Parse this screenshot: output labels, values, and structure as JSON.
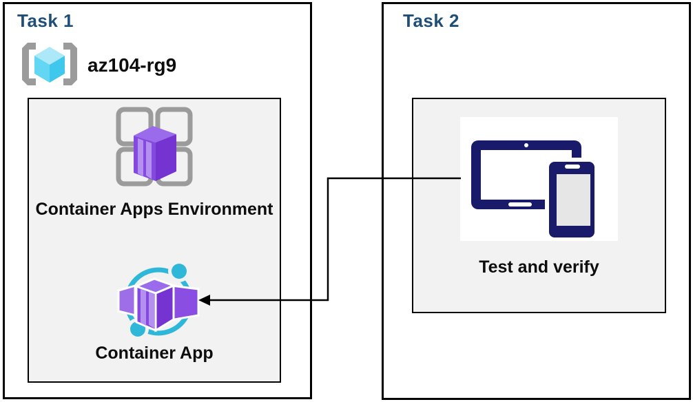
{
  "task1": {
    "title": "Task 1",
    "resource_group": {
      "icon": "resource-group-icon",
      "label": "az104-rg9"
    },
    "group_box": {
      "environment": {
        "icon": "container-apps-environment-icon",
        "label": "Container Apps Environment"
      },
      "container_app": {
        "icon": "container-app-icon",
        "label": "Container App"
      }
    }
  },
  "task2": {
    "title": "Task 2",
    "test_and_verify": {
      "icon": "devices-icon",
      "label": "Test and verify"
    }
  },
  "connector": {
    "type": "elbow-arrow",
    "from": "test-and-verify-devices",
    "to": "container-app"
  },
  "colors": {
    "title_blue": "#1F4E79",
    "box_border": "#000000",
    "inner_box_fill": "#F2F2F2",
    "icon_gray": "#9B9B9B",
    "cyan": "#2FB7D9",
    "cube_light": "#ADE8F8",
    "cube_mid": "#62D6F3",
    "cube_dark": "#3FC7EC",
    "purple_top": "#9A6BEA",
    "purple_front": "#8449DE",
    "purple_side": "#7534D2",
    "purple_stripe": "#B590F1",
    "navy": "#1A1A6B",
    "screen_gray": "#E6E6E6"
  }
}
